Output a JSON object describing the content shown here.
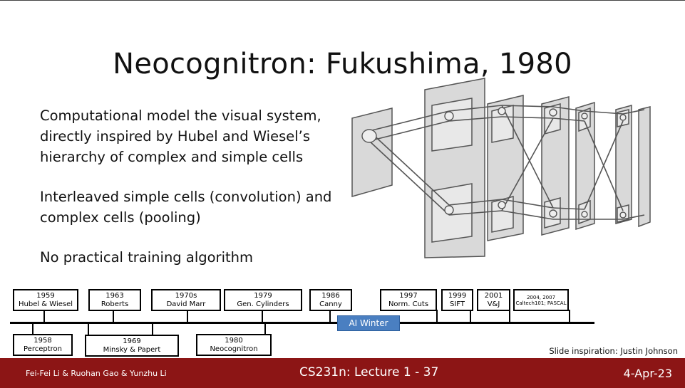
{
  "slide": {
    "title": "Neocognitron: Fukushima, 1980",
    "bullets": [
      "Computational model the visual system, directly inspired by Hubel and Wiesel’s hierarchy of complex and simple cells",
      "Interleaved simple cells (convolution) and complex cells (pooling)",
      "No practical training algorithm"
    ],
    "credit": "Slide inspiration: Justin Johnson"
  },
  "timeline": {
    "top_items": [
      {
        "year": "1959",
        "name": "Hubel & Wiesel"
      },
      {
        "year": "1963",
        "name": "Roberts"
      },
      {
        "year": "1970s",
        "name": "David Marr"
      },
      {
        "year": "1979",
        "name": "Gen. Cylinders"
      },
      {
        "year": "1986",
        "name": "Canny"
      },
      {
        "year": "1997",
        "name": "Norm. Cuts"
      },
      {
        "year": "1999",
        "name": "SIFT"
      },
      {
        "year": "2001",
        "name": "V&J"
      },
      {
        "year": "2004, 2007",
        "name": "Caltech101; PASCAL"
      }
    ],
    "bottom_items": [
      {
        "year": "1958",
        "name": "Perceptron"
      },
      {
        "year": "1969",
        "name": "Minsky & Papert"
      },
      {
        "year": "1980",
        "name": "Neocognitron"
      }
    ],
    "ai_winter": "AI Winter"
  },
  "footer": {
    "authors": "Fei-Fei Li & Ruohan Gao & Yunzhu Li",
    "lecture": "CS231n: Lecture 1 -  37",
    "date": "4-Apr-23"
  }
}
